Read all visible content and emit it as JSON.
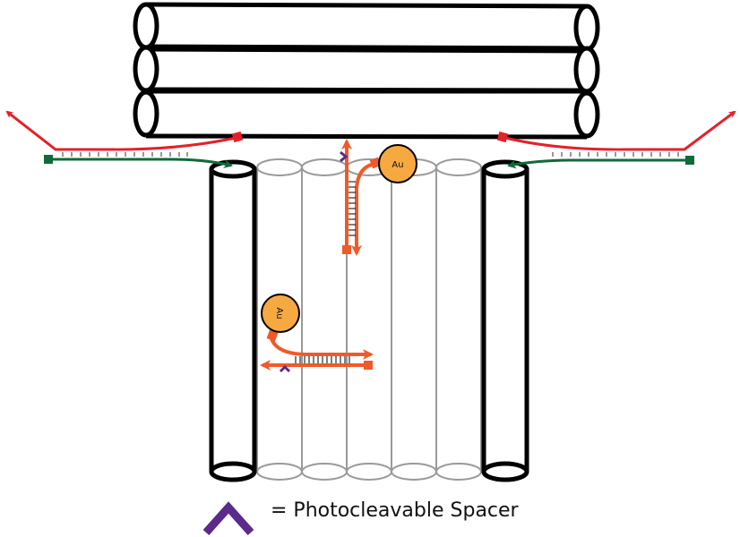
{
  "diagram": {
    "title": "DNA origami nanostructure with Au nanoparticle and photocleavable spacers",
    "gold_particles": [
      {
        "label": "Au",
        "orientation": "upright"
      },
      {
        "label": "Au",
        "orientation": "rotated"
      }
    ],
    "legend": {
      "symbol": "photocleavable-spacer-icon",
      "text": "= Photocleavable Spacer"
    },
    "colors": {
      "helix_outline": "#000000",
      "inner_helix": "#9a9a9a",
      "red_strand": "#e5202a",
      "green_strand": "#0f6b3a",
      "orange_strand": "#f05a28",
      "gold": "#f7a941",
      "spacer": "#5b2a8c"
    }
  }
}
